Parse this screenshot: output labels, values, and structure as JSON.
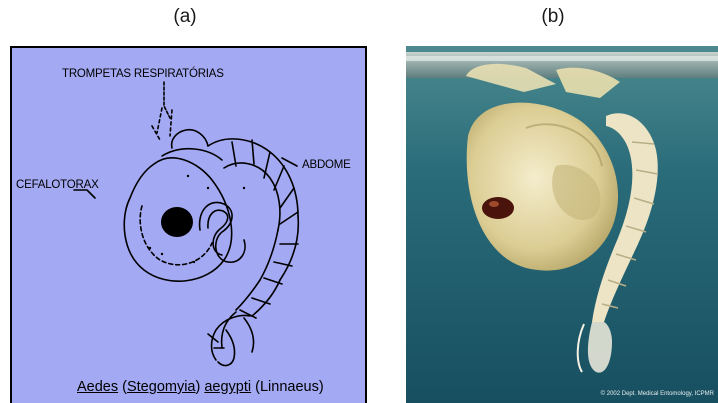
{
  "figure": {
    "panel_a": {
      "caption": "(a)",
      "labels": {
        "trompetas": "TROMPETAS RESPIRATÓRIAS",
        "abdome": "ABDOME",
        "cefalotorax": "CEFALOTORAX"
      },
      "species": {
        "genus": "Aedes",
        "open_paren": " (",
        "subgenus": "Stegomyia",
        "close_paren": ") ",
        "epithet": "aegypti",
        "author": " (Linnaeus)"
      },
      "colors": {
        "background": "#a3a9f2",
        "ink": "#000000"
      }
    },
    "panel_b": {
      "caption": "(b)",
      "copyright": "© 2002 Dept. Medical Entomology, ICPMR",
      "colors": {
        "water": "#1f5d6d",
        "body": "#e9dfb4",
        "eye": "#5a1a10"
      }
    }
  }
}
